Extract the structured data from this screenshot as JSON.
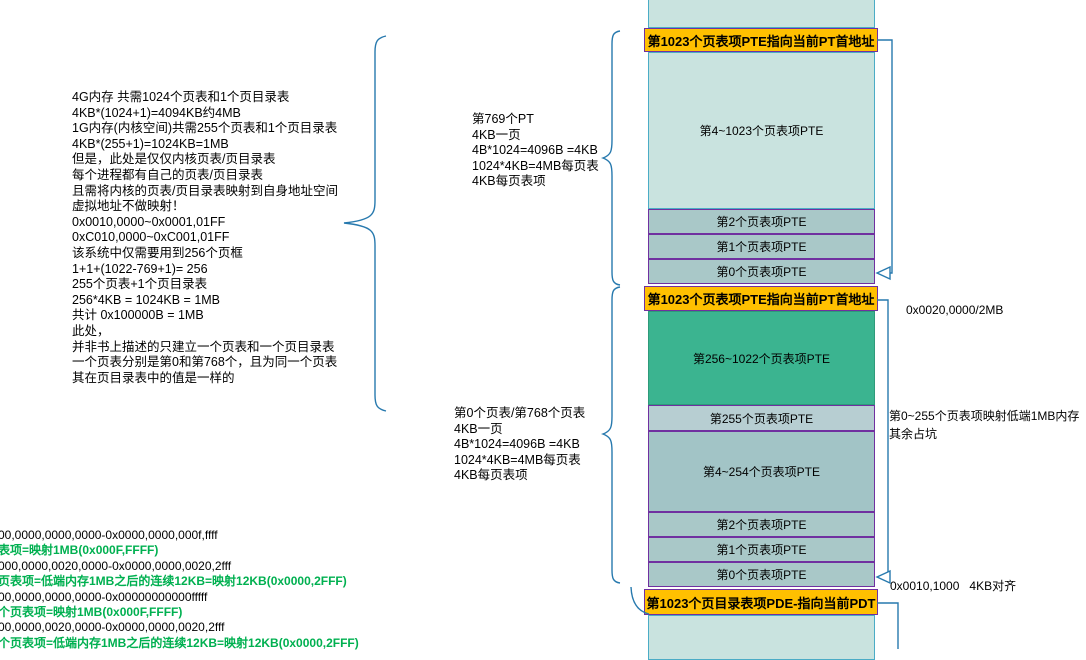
{
  "colors": {
    "yellow": "#FFC000",
    "purple": "#7030A0",
    "teal-light": "#C9E3DF",
    "teal-border": "#4BACC6",
    "row-fill": "#A9C8C8",
    "green-fill": "#3BB490",
    "green-text": "#00B050",
    "line-blue": "#2779AE"
  },
  "left_notes": {
    "lines": [
      "4G内存 共需1024个页表和1个页目录表",
      "4KB*(1024+1)=4094KB约4MB",
      "1G内存(内核空间)共需255个页表和1个页目录表",
      "4KB*(255+1)=1024KB=1MB",
      "但是，此处是仅仅内核页表/页目录表",
      "每个进程都有自己的页表/页目录表",
      "且需将内核的页表/页目录表映射到自身地址空间",
      "虚拟地址不做映射！",
      "0x0010,0000~0x0001,01FF",
      "0xC010,0000~0xC001,01FF",
      "该系统中仅需要用到256个页框",
      "1+1+(1022-769+1)= 256",
      "255个页表+1个页目录表",
      "256*4KB = 1024KB = 1MB",
      "共计 0x100000B = 1MB",
      "此处，",
      "并非书上描述的只建立一个页表和一个页目录表",
      "一个页表分别是第0和第768个，且为同一个页表",
      "其在页目录表中的值是一样的"
    ]
  },
  "pt_note_upper": {
    "lines": [
      "第769个PT",
      "4KB一页",
      "4B*1024=4096B =4KB",
      "1024*4KB=4MB每页表",
      "4KB每页表项"
    ]
  },
  "pt_note_lower": {
    "lines": [
      "第0个页表/第768个页表",
      "4KB一页",
      "4B*1024=4096B =4KB",
      "1024*4KB=4MB每页表",
      "4KB每页表项"
    ]
  },
  "stack": {
    "segments": [
      {
        "label": ""
      },
      {
        "label": "第1023个页表项PTE指向当前PT首地址"
      },
      {
        "label": "第4~1023个页表项PTE"
      },
      {
        "label": "第2个页表项PTE"
      },
      {
        "label": "第1个页表项PTE"
      },
      {
        "label": "第0个页表项PTE"
      },
      {
        "label": "第1023个页表项PTE指向当前PT首地址"
      },
      {
        "label": "第256~1022个页表项PTE"
      },
      {
        "label": "第255个页表项PTE"
      },
      {
        "label": "第4~254个页表项PTE"
      },
      {
        "label": "第2个页表项PTE"
      },
      {
        "label": "第1个页表项PTE"
      },
      {
        "label": "第0个页表项PTE"
      },
      {
        "label": "第1023个页目录表项PDE-指向当前PDT"
      },
      {
        "label": ""
      }
    ]
  },
  "right_annotations": {
    "addr_2mb": "0x0020,0000/2MB",
    "map_low": "第0~255个页表项映射低端1MB内存",
    "rest": "其余占坑",
    "addr_4kb": "0x0010,1000   4KB对齐"
  },
  "bottom_notes": {
    "lines": [
      {
        "text": "00,0000,0000,0000-0x0000,0000,000f,ffff"
      },
      {
        "text": "表项=映射1MB(0x000F,FFFF)"
      },
      {
        "text": "000,0000,0020,0000-0x0000,0000,0020,2fff"
      },
      {
        "text": "页表项=低端内存1MB之后的连续12KB=映射12KB(0x0000,2FFF)"
      },
      {
        "text": "00,0000,0000,0000-0x00000000000fffff"
      },
      {
        "text": "个页表项=映射1MB(0x000F,FFFF)"
      },
      {
        "text": "00,0000,0020,0000-0x0000,0000,0020,2fff"
      },
      {
        "text": "个页表项=低端内存1MB之后的连续12KB=映射12KB(0x0000,2FFF)"
      }
    ]
  }
}
